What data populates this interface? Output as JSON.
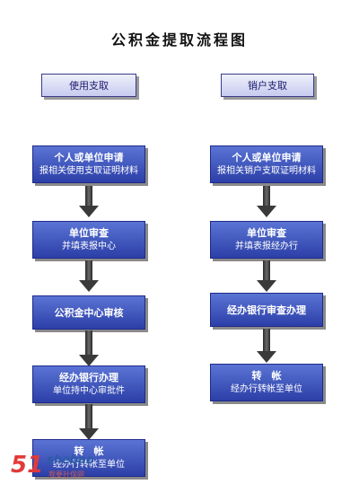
{
  "title": "公积金提取流程图",
  "left": {
    "label": "使用支取",
    "steps": [
      {
        "title": "个人或单位申请",
        "sub": "报相关使用支取证明材料"
      },
      {
        "title": "单位审查",
        "sub": "并填表报中心"
      },
      {
        "title": "公积金中心审核",
        "sub": ""
      },
      {
        "title": "经办银行办理",
        "sub": "单位持中心审批件"
      },
      {
        "title": "转　帐",
        "sub": "经办行转帐至单位"
      }
    ]
  },
  "right": {
    "label": "销户支取",
    "steps": [
      {
        "title": "个人或单位申请",
        "sub": "报相关销户支取证明材料"
      },
      {
        "title": "单位审查",
        "sub": "并填表报经办行"
      },
      {
        "title": "经办银行审查办理",
        "sub": ""
      },
      {
        "title": "转　帐",
        "sub": "经办行转帐至单位"
      }
    ]
  },
  "watermark": {
    "num": "51",
    "brand": "shebao",
    "cn": "我要社保网"
  },
  "colors": {
    "box_fill": "#2c3fa8",
    "label_fill": "#c7cbef",
    "arrow": "#3a3a3a"
  }
}
